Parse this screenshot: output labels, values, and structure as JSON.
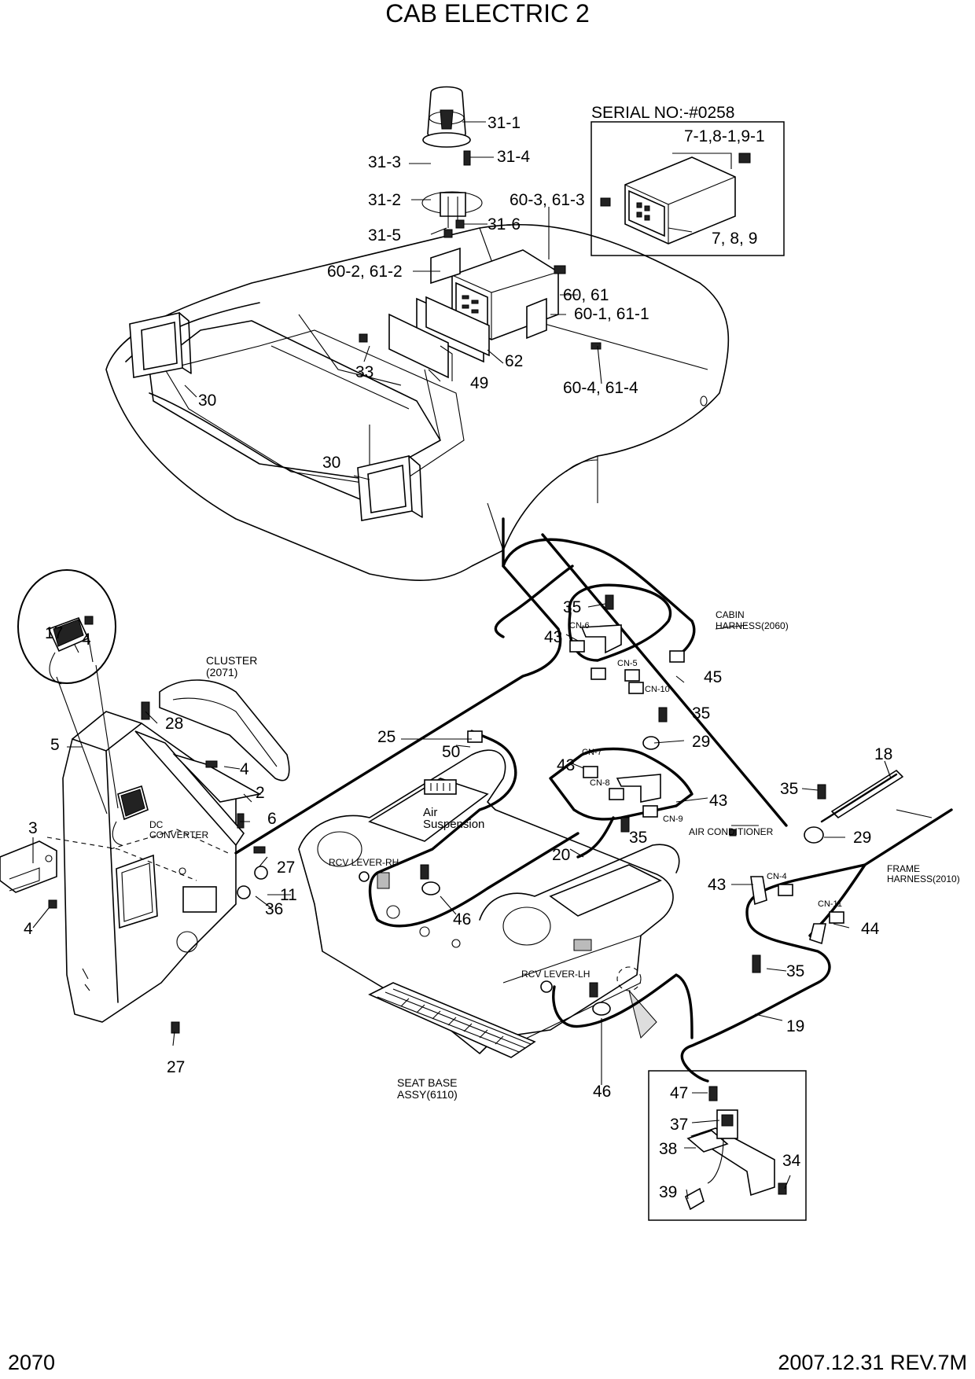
{
  "title": "CAB ELECTRIC 2",
  "page_number": "2070",
  "revision": "2007.12.31  REV.7M",
  "serial_note": "SERIAL NO:-#0258",
  "inset_labels": {
    "top": "7-1,8-1,9-1",
    "bottom": "7, 8, 9"
  },
  "notes": {
    "cluster": [
      "CLUSTER",
      "(2071)"
    ],
    "dc_converter": [
      "DC",
      "CONVERTER"
    ],
    "cabin_harness": [
      "CABIN",
      "HARNESS(2060)"
    ],
    "frame_harness": [
      "FRAME",
      "HARNESS(2010)"
    ],
    "air_conditioner": "AIR CONDITIONER",
    "air_suspension": [
      "Air",
      "Suspension"
    ],
    "rcv_rh": "RCV LEVER-RH",
    "rcv_lh": "RCV LEVER-LH",
    "seat_base": [
      "SEAT BASE",
      "ASSY(6110)"
    ]
  },
  "connectors": [
    "CN-6",
    "CN-5",
    "CN-10",
    "CN-7",
    "CN-8",
    "CN-9",
    "CN-4",
    "CN-11"
  ],
  "callouts": {
    "c31_1": "31-1",
    "c31_3": "31-3",
    "c31_4": "31-4",
    "c31_2": "31-2",
    "c31_5": "31-5",
    "c31_6": "31-6",
    "c60_3": "60-3, 61-3",
    "c60_2": "60-2, 61-2",
    "c60": "60, 61",
    "c60_1": "60-1, 61-1",
    "c60_4": "60-4, 61-4",
    "c62": "62",
    "c33": "33",
    "c49": "49",
    "c30a": "30",
    "c30b": "30",
    "c17": "17",
    "c4a": "4",
    "c28": "28",
    "c5": "5",
    "c4b": "4",
    "c2": "2",
    "c6": "6",
    "c3": "3",
    "c27a": "27",
    "c11": "11",
    "c36": "36",
    "c4c": "4",
    "c27b": "27",
    "c25": "25",
    "c50": "50",
    "c35a": "35",
    "c43a": "43",
    "c45": "45",
    "c35b": "35",
    "c29a": "29",
    "c18": "18",
    "c35c": "35",
    "c29b": "29",
    "c43b": "43",
    "c43c": "43",
    "c35d": "35",
    "c20": "20",
    "c46a": "46",
    "c43d": "43",
    "c44": "44",
    "c35e": "35",
    "c19": "19",
    "c46b": "46",
    "c47": "47",
    "c37": "37",
    "c38": "38",
    "c34": "34",
    "c39": "39"
  }
}
